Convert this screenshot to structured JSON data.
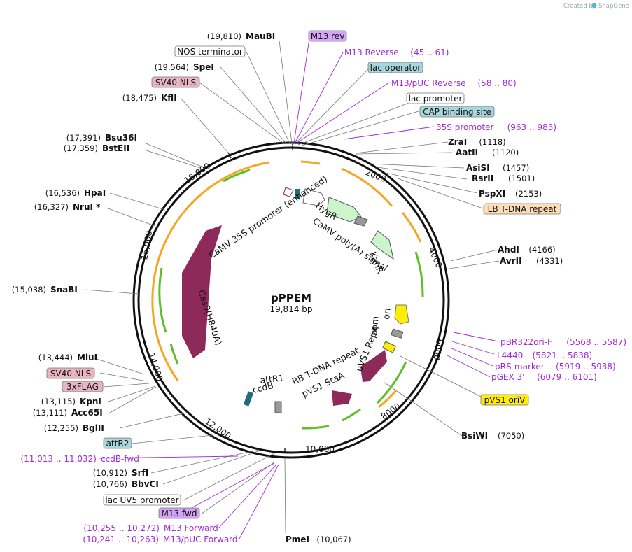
{
  "plasmid": {
    "name": "pPPEM",
    "size_label": "19,814 bp",
    "total_bp": 19814
  },
  "creator": {
    "label": "Created by",
    "brand": "SnapGene"
  },
  "colors": {
    "primer": "#a12bd8",
    "orange": "#f5a623",
    "green": "#5fbf2a",
    "maroon": "#8e2a5a",
    "mint": "#ccf5cc",
    "teal": "#1f6f7a",
    "gray": "#9a9a9a",
    "yellow": "#ffee00",
    "purple": "#d3a3f5",
    "pink": "#e8b6c3",
    "lightblue": "#a8d6dc",
    "peach": "#fdddb7"
  },
  "ticks": [
    "2000",
    "4000",
    "6000",
    "8000",
    "10,000",
    "12,000",
    "14,000",
    "16,000",
    "18,000"
  ],
  "sites": [
    {
      "name": "MauBI",
      "pos": "(19,810)"
    },
    {
      "name": "SpeI",
      "pos": "(19,564)"
    },
    {
      "name": "KflI",
      "pos": "(18,475)"
    },
    {
      "name": "Bsu36I",
      "pos": "(17,391)"
    },
    {
      "name": "BstEII",
      "pos": "(17,359)"
    },
    {
      "name": "HpaI",
      "pos": "(16,536)"
    },
    {
      "name": "NruI *",
      "pos": "(16,327)"
    },
    {
      "name": "SnaBI",
      "pos": "(15,038)"
    },
    {
      "name": "MluI",
      "pos": "(13,444)"
    },
    {
      "name": "KpnI",
      "pos": "(13,115)"
    },
    {
      "name": "Acc65I",
      "pos": "(13,111)"
    },
    {
      "name": "BglII",
      "pos": "(12,255)"
    },
    {
      "name": "SrfI",
      "pos": "(10,912)"
    },
    {
      "name": "BbvCI",
      "pos": "(10,766)"
    },
    {
      "name": "PmeI",
      "pos": "(10,067)"
    },
    {
      "name": "ZraI",
      "pos": "(1118)"
    },
    {
      "name": "AatII",
      "pos": "(1120)"
    },
    {
      "name": "AsiSI",
      "pos": "(1457)"
    },
    {
      "name": "RsrII",
      "pos": "(1501)"
    },
    {
      "name": "PspXI",
      "pos": "(2153)"
    },
    {
      "name": "AhdI",
      "pos": "(4166)"
    },
    {
      "name": "AvrII",
      "pos": "(4331)"
    },
    {
      "name": "BsiWI",
      "pos": "(7050)"
    }
  ],
  "primers": [
    {
      "name": "M13 Reverse",
      "pos": "(45 .. 61)"
    },
    {
      "name": "M13/pUC Reverse",
      "pos": "(58 .. 80)"
    },
    {
      "name": "35S promoter",
      "pos": "(963 .. 983)"
    },
    {
      "name": "pBR322ori-F",
      "pos": "(5568 .. 5587)"
    },
    {
      "name": "L4440",
      "pos": "(5821 .. 5838)"
    },
    {
      "name": "pRS-marker",
      "pos": "(5919 .. 5938)"
    },
    {
      "name": "pGEX 3'",
      "pos": "(6079 .. 6101)"
    },
    {
      "name": "ccdB-fwd",
      "pos": "(11,013 .. 11,032)"
    },
    {
      "name": "M13 Forward",
      "pos": "(10,255 .. 10,272)"
    },
    {
      "name": "M13/pUC Forward",
      "pos": "(10,241 .. 10,263)"
    }
  ],
  "boxed_features": [
    {
      "label": "M13 rev",
      "style": "purple"
    },
    {
      "label": "NOS terminator",
      "style": "white"
    },
    {
      "label": "lac operator",
      "style": "lightblue"
    },
    {
      "label": "SV40 NLS",
      "style": "pink"
    },
    {
      "label": "lac promoter",
      "style": "white"
    },
    {
      "label": "CAP binding site",
      "style": "lightblue"
    },
    {
      "label": "LB T-DNA repeat",
      "style": "peach"
    },
    {
      "label": "SV40 NLS",
      "style": "pink"
    },
    {
      "label": "3xFLAG",
      "style": "pink"
    },
    {
      "label": "pVS1 oriV",
      "style": "yellow"
    },
    {
      "label": "attR2",
      "style": "lightblue"
    },
    {
      "label": "lac UV5 promoter",
      "style": "white"
    },
    {
      "label": "M13 fwd",
      "style": "purple"
    }
  ],
  "inner_features": {
    "promoter": "CaMV 35S promoter (enhanced)",
    "hygr": "HygR",
    "polya": "CaMV poly(A) signal",
    "kanr": "KanR",
    "cas9": "Cas9(H840A)",
    "ori": "ori",
    "bom": "bom",
    "repa": "pVS1 RepA",
    "rb": "RB T-DNA repeat",
    "staa": "pVS1 StaA",
    "attr1": "attR1",
    "ccdb": "ccdB"
  }
}
